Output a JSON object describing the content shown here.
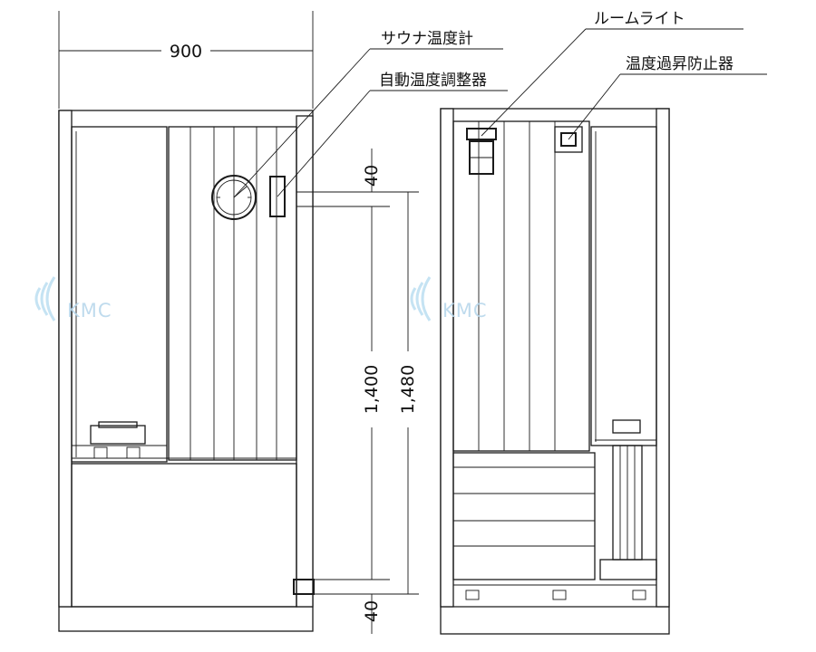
{
  "labels": {
    "sauna_thermometer": "サウナ温度計",
    "auto_thermostat": "自動温度調整器",
    "room_light": "ルームライト",
    "overheat_protector": "温度過昇防止器"
  },
  "dimensions": {
    "width": "900",
    "top_gap": "40",
    "bottom_gap": "40",
    "height_inner": "1,400",
    "height_outer": "1,480"
  },
  "watermark": {
    "text": "KMC"
  },
  "colors": {
    "line": "#1a1a1a",
    "watermark": "#b9d8ec"
  }
}
